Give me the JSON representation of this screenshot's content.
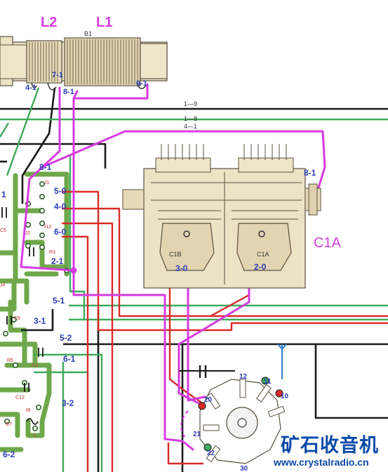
{
  "coil": {
    "title_l2": "L2",
    "title_l1": "L1",
    "b1": "B1",
    "tap_4_1": "4-1",
    "tap_7_1": "7-1",
    "tap_8_1": "8-1",
    "tap_9_1": "9-1"
  },
  "lines": {
    "l_1_9": "1—9",
    "l_1_8": "1—8",
    "l_4_1": "4—1"
  },
  "capacitor": {
    "title": "C1A",
    "label_8_1": "8-1",
    "c1b": "C1B",
    "c1a": "C1A",
    "node_3_0": "3-0",
    "node_2_0": "2-0"
  },
  "board": {
    "n8_1": "8-1",
    "n5_0": "5-0",
    "n4_0": "4-0",
    "n6_0": "6-0",
    "n2_1": "2-1",
    "n5_1": "5-1",
    "n3_1": "3-1",
    "n5_2": "5-2",
    "n6_1": "6-1",
    "n3_2": "3-2",
    "n6_2": "6-2",
    "n_1": "1",
    "j1": "J1",
    "c5": "C5",
    "j2": "J2",
    "r3": "R3",
    "j4": "J4",
    "c9": "C9",
    "c12": "C12",
    "j8": "J8",
    "c7": "C7",
    "l": "L",
    "r6": "R6",
    "j12": "J12",
    "j11": "J11"
  },
  "switch": {
    "p12": "12",
    "p11": "11",
    "p10": "10",
    "p20": "20",
    "p21": "21",
    "p22": "22",
    "p30": "30"
  },
  "watermark": {
    "chinese": "矿石收音机",
    "url": "www.crystalradio.cn"
  },
  "colors": {
    "magenta": "#d63be0",
    "label_blue": "#2e3cb8",
    "wire_green": "#3faa5a",
    "wire_red": "#d82a2a",
    "wire_black": "#1a1a1a",
    "board_green": "#6fa84a",
    "watermark_blue": "#0b4aa8"
  }
}
